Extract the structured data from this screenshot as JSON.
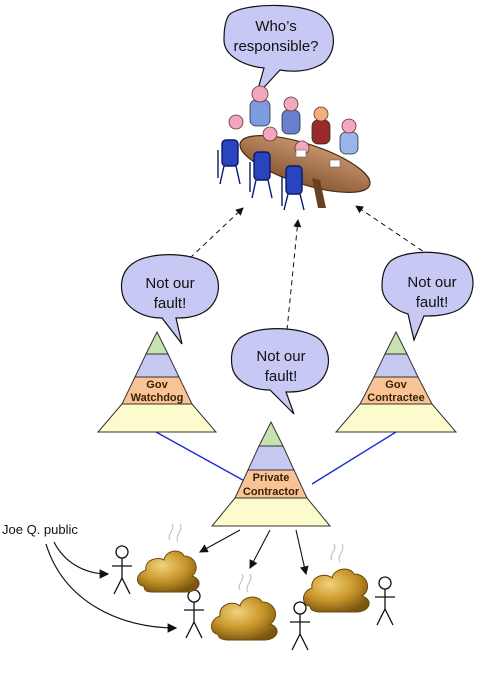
{
  "meeting": {
    "bubble_line1": "Who’s",
    "bubble_line2": "responsible?"
  },
  "watchdog": {
    "label_line1": "Gov",
    "label_line2": "Watchdog",
    "bubble_line1": "Not our",
    "bubble_line2": "fault!"
  },
  "private_contractor": {
    "label_line1": "Private",
    "label_line2": "Contractor",
    "bubble_line1": "Not our",
    "bubble_line2": "fault!"
  },
  "contractee": {
    "label_line1": "Gov",
    "label_line2": "Contractee",
    "bubble_line1": "Not our",
    "bubble_line2": "fault!"
  },
  "public": {
    "label": "Joe Q. public"
  },
  "colors": {
    "bubble_fill": "#c8c8f4",
    "pyramid_top": "#c6e2b0",
    "pyramid_upper": "#c6c8f0",
    "pyramid_middle": "#f8c396",
    "pyramid_base": "#fbfbcb",
    "connector": "#1a2adb",
    "table": "#a7744e",
    "pile": "#c8962a"
  }
}
